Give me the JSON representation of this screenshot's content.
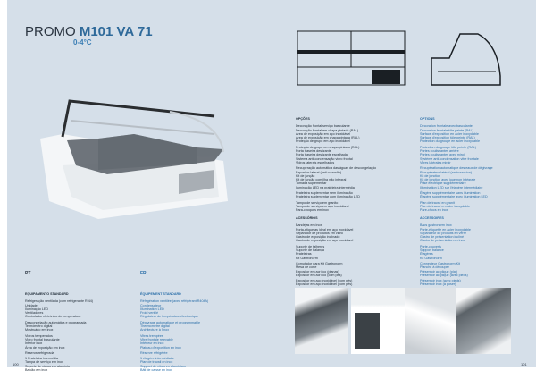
{
  "header": {
    "promo": "PROMO",
    "model": "M101 VA 71",
    "temperature": "0-4°C"
  },
  "pt": {
    "lang": "PT",
    "standard_title": "EQUIPAMENTO STANDARD",
    "standard": [
      "Refrigeração ventilada (com refrigerante R 44)",
      "Unidade",
      "Iluminação LED",
      "Ventiladores",
      "Controlador eletrónico de temperatura",
      "Descongelação automática e programada",
      "Termómetro digital",
      "Mostruário em inox",
      "Vidros temperados",
      "Vidro frontal basculante",
      "Interior inox",
      "Área de exposição em inox",
      "Reserva refrigerada",
      "1 Prateleira intermédia",
      "Tampa de serviço em inox",
      "Suporte de vidros em alumínio",
      "Balcão em inox"
    ],
    "options_title": "OPÇÕES",
    "options": [
      "Decoração frontal serviço basculante",
      "Decoração frontal em chapa pintada (RAL)",
      "Área de exposição em aço inoxidável",
      "Área de exposição em chapa pintada (RAL)",
      "Proteção de grupo em aço inoxidável",
      "Proteção de grupo em chapa pintada (RAL)",
      "Porta traseira deslizante",
      "Porta traseira deslizante espelhada",
      "Sistema anti-condensação vidro frontal",
      "Vidros laterais espelhados",
      "Recuperação automática das águas de descongelação",
      "Expositor lateral (anti corrosão)",
      "Kit de junção",
      "Kit de junção com ilha não integral",
      "Tomada suplementar",
      "Iluminação LED na prateleira intermédia",
      "Prateleira suplementar sem iluminação",
      "Prateleira suplementar com iluminação LED",
      "Tampo de serviço em granito",
      "Tampo de serviço em aço inoxidável",
      "Para-choques em inox"
    ],
    "accessories_title": "ACESSÓRIOS",
    "accessories": [
      "Bandejas em inox",
      "Porta-etiquetas ideal em aço inoxidável",
      "Separador de produtos em vidro",
      "Gastro de exposição inclinado",
      "Gastro de exposição em aço inoxidável",
      "Suporte de talheres",
      "Suporte de balança",
      "Prateleiras",
      "Kit Gastronorm",
      "Comutador para Kit Gastronorm",
      "Mesa de corte",
      "Expositor em acrílico (planas)",
      "Expositor em acrílico (com pés)",
      "Expositor em aço inoxidável (com pés)",
      "Expositor em aço inoxidável (com pés)"
    ]
  },
  "fr": {
    "lang": "FR",
    "standard_title": "ÉQUIPEMENT STANDARD",
    "standard": [
      "Réfrigération ventilée (avec réfrigérant R404A)",
      "Condensateur",
      "Illumination LED",
      "Froid ventilé",
      "Régulateur de température électronique",
      "Dégivrage automatique et programmable",
      "Thermomètre digital",
      "Architecture à l'inox",
      "Vitres trempées",
      "Vitre frontale relevable",
      "Intérieur en inox",
      "Plateau d'exposition en inox",
      "Réserve réfrigérée",
      "1 étagère intermédiaire",
      "Plan de travail en inox",
      "Support de vitres en aluminium",
      "Bâti de caisse en inox"
    ],
    "options_title": "OPTIONS",
    "options": [
      "Décoration frontale avec basculante",
      "Décoration frontale tôle peinte (RAL)",
      "Surface d'exposition en acier inoxydable",
      "Surface d'exposition tôle peinte (RAL)",
      "Protection du groupe en acier inoxydable",
      "Protection du groupe tôle peinte (RAL)",
      "Portes coulissantes arrière",
      "Portes coulissantes avec miroir",
      "Système anti-condensation vitre frontale",
      "Vitres latérales miroir",
      "Récupération automatique des eaux de dégivrage",
      "Récupérateur latéral (anticorrosion)",
      "Kit de jonction",
      "Kit de jonction avec joue non intégrale",
      "Prise électrique supplémentaire",
      "Illumination LED sur l'étagère intermédiaire",
      "Étagère supplémentaire sans illumination",
      "Étagère supplémentaire avec illumination LED",
      "Plan de travail en granit",
      "Plan de travail en acier inoxydable",
      "Pare-chocs en inox"
    ],
    "accessories_title": "ACCESSOIRES",
    "accessories": [
      "Bacs gastronorm inox",
      "Porte-étiquette en acier inoxydable",
      "Séparateur de produits en verre",
      "Gastro de présentation incliné",
      "Gastro de présentation en inox",
      "Porte-couverts",
      "Support balance",
      "Étagères",
      "Kit Gastronorm",
      "Connecteur Gastronorm Kit",
      "Planche à découper",
      "Présentoir acrylique (plat)",
      "Présentoir acrylique (avec pieds)",
      "Présentoir inox (avec pieds)",
      "Présentoir inox (à poser)"
    ]
  },
  "page_numbers": {
    "left": "100",
    "right": "101"
  }
}
